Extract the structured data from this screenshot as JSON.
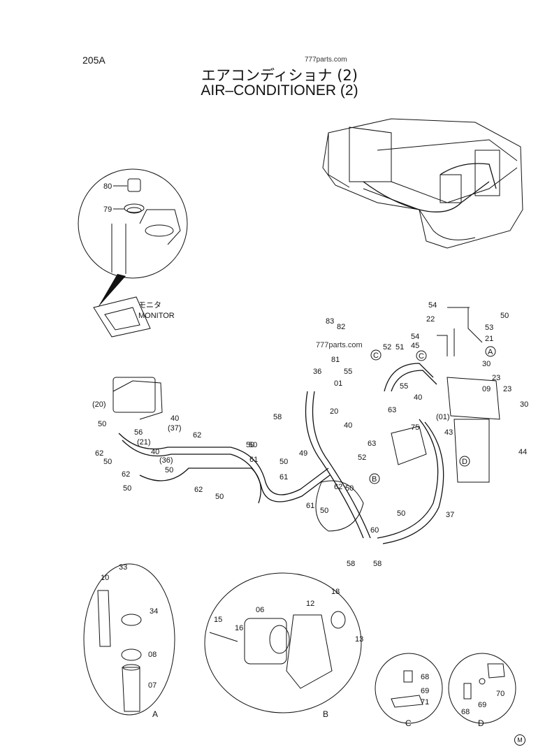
{
  "page_code": "205A",
  "title_jp": "エアコンディショナ (2)",
  "title_en": "AIR–CONDITIONER (2)",
  "watermarks": [
    "777parts.com",
    "777parts.com"
  ],
  "monitor_label_jp": "モニタ",
  "monitor_label_en": "MONITOR",
  "circle_letters": [
    "A",
    "B",
    "C",
    "D"
  ],
  "detail_labels": [
    "A",
    "B",
    "C",
    "D"
  ],
  "part_numbers": {
    "n80": "80",
    "n79": "79",
    "n54a": "54",
    "n22": "22",
    "n50a": "50",
    "n53": "53",
    "n54b": "54",
    "n21": "21",
    "n45": "45",
    "n83": "83",
    "n82": "82",
    "n81": "81",
    "n52a": "52",
    "n51": "51",
    "n30a": "30",
    "n36": "36",
    "n55a": "55",
    "n23a": "23",
    "n09": "09",
    "n23b": "23",
    "n30b": "30",
    "n01a": "01",
    "n55b": "55",
    "n20a": "20",
    "n58a": "58",
    "n40a": "40",
    "n63a": "63",
    "n40b": "40",
    "n01b": "(01)",
    "n75": "75",
    "n43": "43",
    "n44": "44",
    "n49": "49",
    "n63b": "63",
    "n52b": "52",
    "n62a": "62",
    "n50b": "50",
    "n61a": "61",
    "n61b": "61",
    "n50c": "50",
    "n60": "60",
    "n37": "37",
    "n50d": "50",
    "n50e": "50",
    "n58b": "58",
    "n58c": "58",
    "n61c": "61",
    "n50f": "50",
    "n20b": "(20)",
    "n50g": "50",
    "n56": "56",
    "n21b": "(21)",
    "n40c": "40",
    "n37b": "(37)",
    "n62b": "62",
    "n62c": "62",
    "n40d": "40",
    "n36b": "(36)",
    "n50h": "50",
    "n50i": "50",
    "n62d": "62",
    "n50j": "50",
    "n62e": "62",
    "n50k": "50",
    "n50l": "50",
    "n10": "10",
    "n33": "33",
    "n34": "34",
    "n08": "08",
    "n07": "07",
    "n12": "12",
    "n18": "18",
    "n06": "06",
    "n15": "15",
    "n16": "16",
    "n13": "13",
    "n68a": "68",
    "n69a": "69",
    "n71": "71",
    "n69b": "69",
    "n68b": "68",
    "n70": "70"
  },
  "manufacturer_mark": "M"
}
